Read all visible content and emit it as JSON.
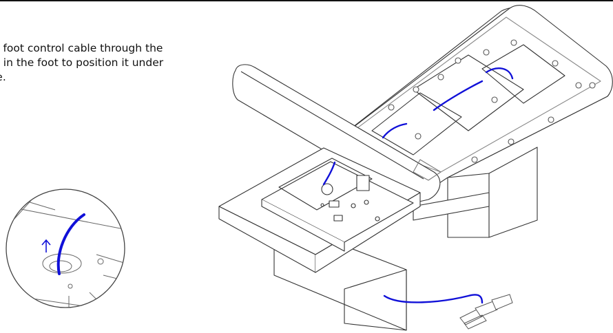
{
  "instruction": {
    "lines": [
      "e foot control cable through the",
      "g in the foot to position it under",
      "le."
    ]
  },
  "colors": {
    "cable": "#1010d8",
    "line_art": "#333333",
    "background": "#ffffff"
  },
  "icons": {
    "detail": "arrow-up-icon",
    "pedal": "foot-pedal-icon"
  }
}
